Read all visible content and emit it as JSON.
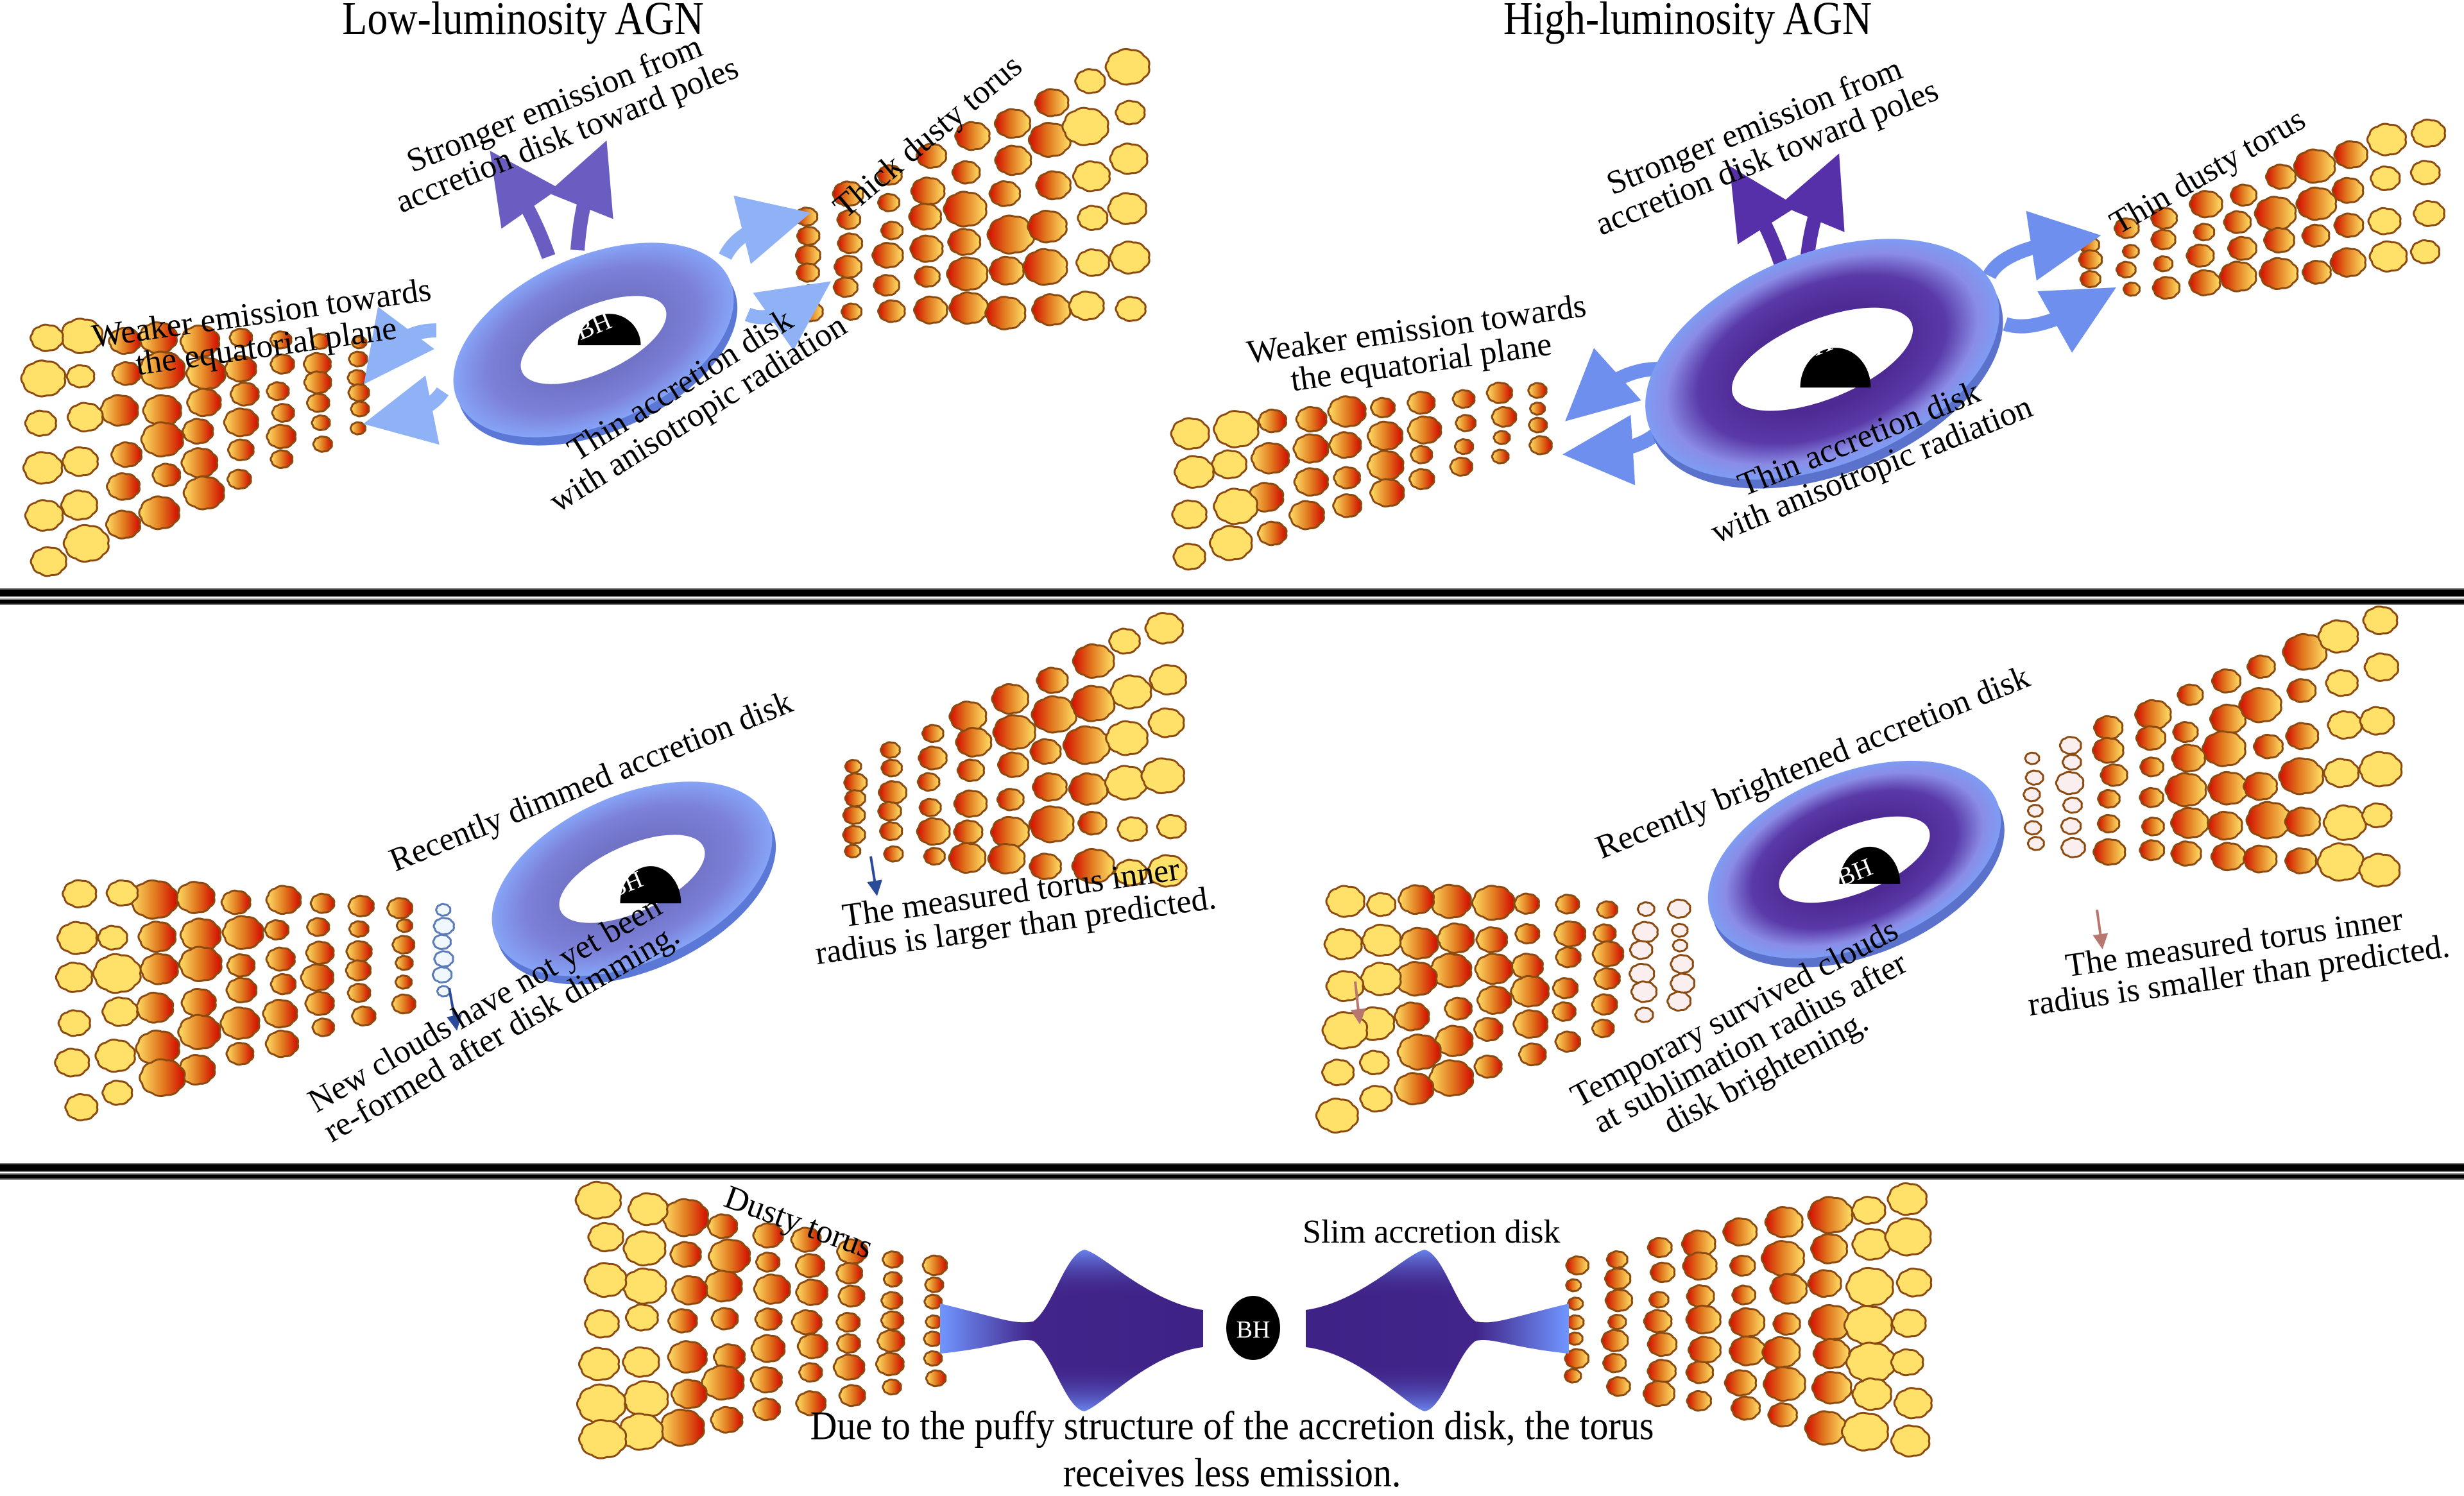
{
  "figure": {
    "panels": [
      {
        "id": "low-luminosity",
        "title": "Low-luminosity AGN",
        "labels": {
          "poles": [
            "Stronger emission from",
            "accretion disk toward poles"
          ],
          "torus": "Thick dusty torus",
          "equatorial": [
            "Weaker emission towards",
            "the equatorial plane"
          ],
          "disk": [
            "Thin accretion disk",
            "with anisotropic radiation"
          ],
          "bh": "BH"
        }
      },
      {
        "id": "high-luminosity",
        "title": "High-luminosity AGN",
        "labels": {
          "poles": [
            "Stronger emission from",
            "accretion disk toward poles"
          ],
          "torus": "Thin dusty torus",
          "equatorial": [
            "Weaker emission towards",
            "the equatorial plane"
          ],
          "disk": [
            "Thin accretion disk",
            "with anisotropic radiation"
          ],
          "bh": "BH"
        }
      },
      {
        "id": "dimmed",
        "labels": {
          "disk": "Recently dimmed accretion disk",
          "clouds_note": [
            "New clouds have not yet been",
            "re-formed after disk dimming."
          ],
          "radius_note": [
            "The measured torus inner",
            "radius is larger than predicted."
          ],
          "bh": "BH"
        }
      },
      {
        "id": "brightened",
        "labels": {
          "disk": "Recently brightened accretion disk",
          "clouds_note": [
            "Temporary survived clouds",
            "at sublimation radius after",
            "disk brightening."
          ],
          "radius_note": [
            "The measured torus inner",
            "radius is smaller than predicted."
          ],
          "bh": "BH"
        }
      },
      {
        "id": "slim-disk",
        "labels": {
          "torus": "Dusty torus",
          "disk": "Slim accretion disk",
          "bh": "BH",
          "caption": [
            "Due to the puffy structure of the accretion disk, the torus",
            "receives less emission."
          ]
        }
      }
    ],
    "colors": {
      "cloud_hot": "#d40a00",
      "cloud_mid": "#e8922a",
      "cloud_cool": "#ffe066",
      "cloud_edge": "#8a4a10",
      "disk_light": "#7f9cf5",
      "disk_dim_inner": "#7a78c8",
      "disk_bright_inner": "#55309a",
      "arrow_light": "#8fb2f7",
      "arrow_dark": "#6a5cc0",
      "survived_cloud": "#fbeeee",
      "new_cloud": "#eef6ff",
      "bh": "#000000"
    }
  }
}
